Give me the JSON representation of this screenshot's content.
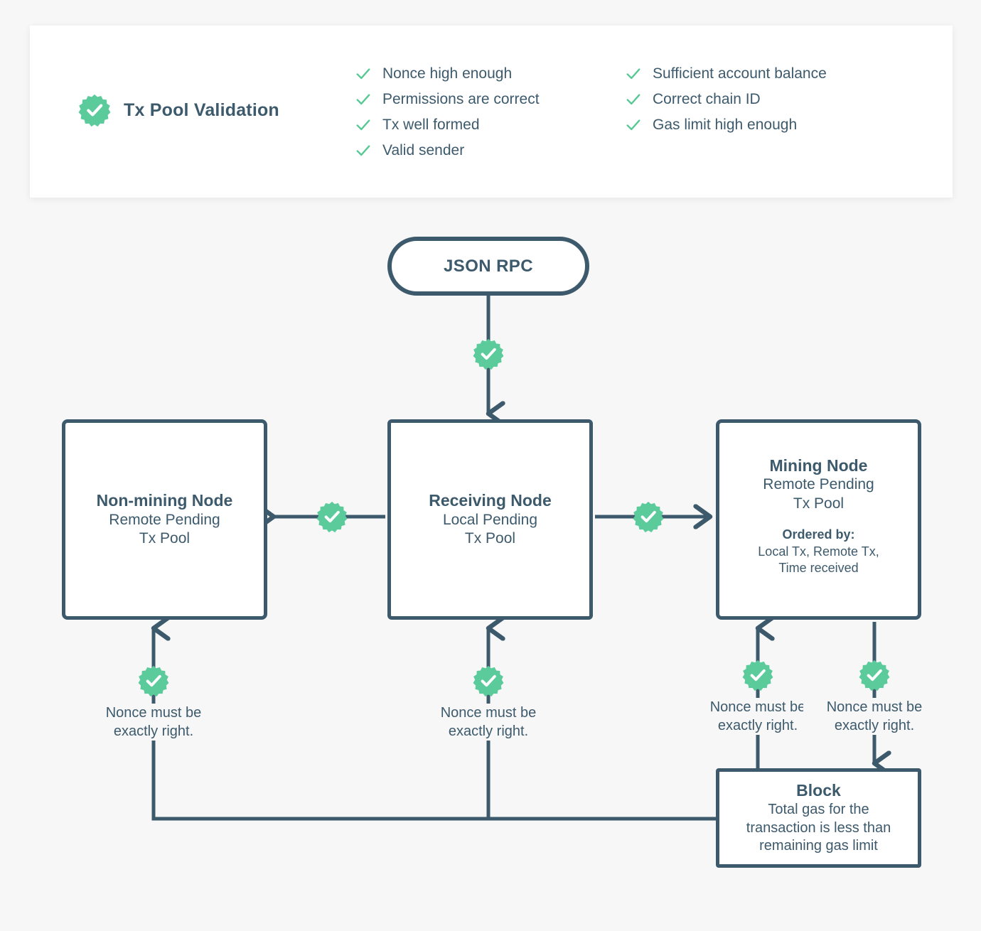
{
  "validation": {
    "title": "Tx Pool Validation",
    "badge_icon": "check-seal-icon",
    "columns": [
      {
        "items": [
          "Nonce high enough",
          "Permissions are correct",
          "Tx well formed",
          "Valid sender"
        ]
      },
      {
        "items": [
          "Sufficient account balance",
          "Correct chain ID",
          "Gas limit high enough"
        ]
      }
    ]
  },
  "nodes": {
    "json_rpc": {
      "title": "JSON RPC"
    },
    "non_mining": {
      "title": "Non-mining Node",
      "subtitle_line1": "Remote Pending",
      "subtitle_line2": "Tx Pool"
    },
    "receiving": {
      "title": "Receiving Node",
      "subtitle_line1": "Local Pending",
      "subtitle_line2": "Tx Pool"
    },
    "mining": {
      "title": "Mining Node",
      "subtitle_line1": "Remote Pending",
      "subtitle_line2": "Tx Pool",
      "ordered_label": "Ordered by:",
      "ordered_line1": "Local Tx, Remote Tx,",
      "ordered_line2": "Time received"
    },
    "block": {
      "title": "Block",
      "desc_line1": "Total gas for the",
      "desc_line2": "transaction is less than",
      "desc_line3": "remaining gas limit"
    }
  },
  "captions": {
    "nonce_line1": "Nonce must be",
    "nonce_line2": "exactly right."
  },
  "colors": {
    "accent_green": "#5ccb9c",
    "navy": "#3d5a6c",
    "page_background": "#f7f7f7",
    "card_background": "#ffffff"
  }
}
